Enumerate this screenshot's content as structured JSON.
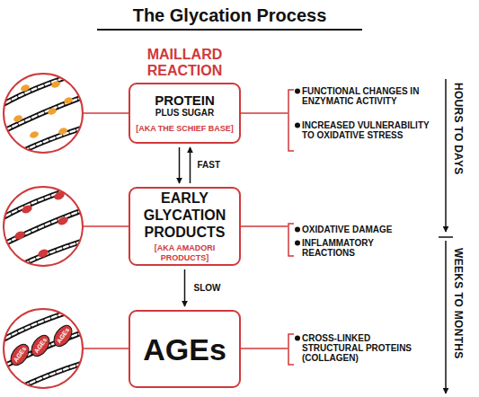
{
  "diagram": {
    "title": "The Glycation Process",
    "nodes": [
      {
        "text": [
          "PROTEIN",
          "PLUS SUGAR",
          "[AKA THE SCHIEF BASE]"
        ]
      },
      {
        "text": [
          "EARLY GLYCATION PRODUCTS",
          "[AKA AMADORI PRODUCTS]"
        ]
      },
      {
        "text": [
          "AGEs"
        ]
      }
    ],
    "edges": [
      {
        "from": 0,
        "to": 1,
        "label": "FAST",
        "arrow": "both"
      },
      {
        "from": 1,
        "to": 2,
        "label": "SLOW",
        "arrow": "to"
      }
    ],
    "labels": [
      "MAILLARD REACTION",
      "FUNCTIONAL CHANGES IN ENZYMATIC ACTIVITY",
      "INCREASED VULNERABILITY TO OXIDATIVE STRESS",
      "OXIDATIVE DAMAGE",
      "INFLAMMATORY REACTIONS",
      "CROSS-LINKED STRUCTURAL PROTEINS (COLLAGEN)",
      "HOURS TO DAYS",
      "WEEKS TO MONTHS",
      "AGEs",
      "AGEs",
      "AGEs"
    ]
  }
}
